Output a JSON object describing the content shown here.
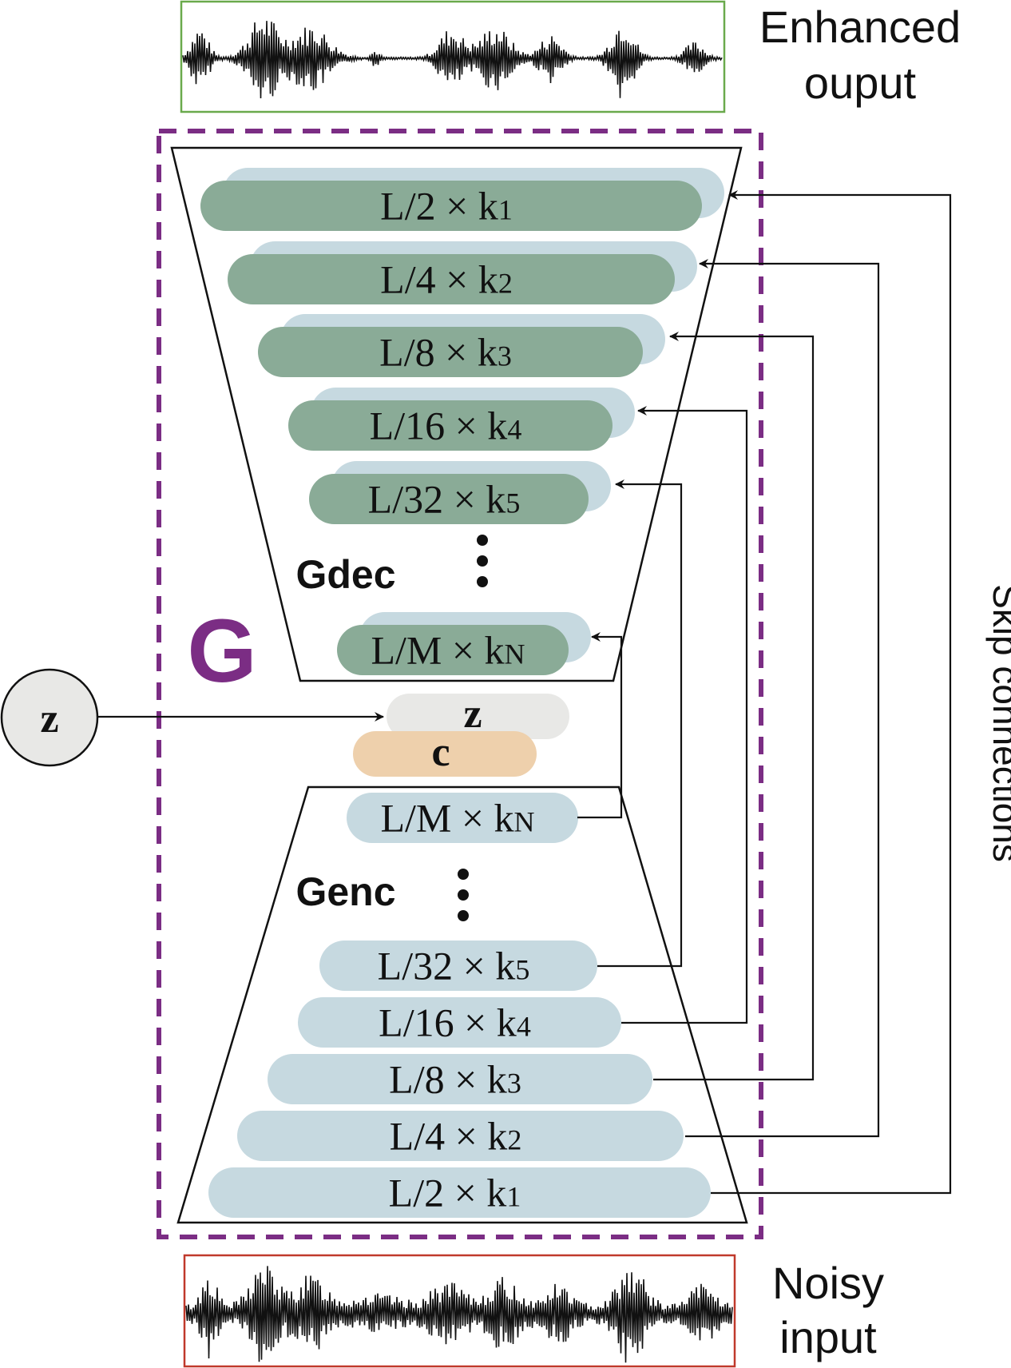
{
  "labels": {
    "enhanced_line1": "Enhanced",
    "enhanced_line2": "ouput",
    "noisy_line1": "Noisy",
    "noisy_line2": "input",
    "generator": "G",
    "decoder": "Gdec",
    "encoder": "Genc",
    "skip": "Skip connections",
    "z_node": "z",
    "z_block": "z",
    "c_block": "c"
  },
  "decoder_layers": [
    {
      "text": "L/2 × k",
      "sub": "1"
    },
    {
      "text": "L/4 × k",
      "sub": "2"
    },
    {
      "text": "L/8 × k",
      "sub": "3"
    },
    {
      "text": "L/16 × k",
      "sub": "4"
    },
    {
      "text": "L/32 × k",
      "sub": "5"
    },
    {
      "text": "L/M × k",
      "sub": "N"
    }
  ],
  "encoder_layers": [
    {
      "text": "L/M × k",
      "sub": "N"
    },
    {
      "text": "L/32 × k",
      "sub": "5"
    },
    {
      "text": "L/16 × k",
      "sub": "4"
    },
    {
      "text": "L/8 × k",
      "sub": "3"
    },
    {
      "text": "L/4 × k",
      "sub": "2"
    },
    {
      "text": "L/2 × k",
      "sub": "1"
    }
  ],
  "colors": {
    "generator_border": "#7b2d84",
    "decoder_block": "#8aab97",
    "encoder_block": "#c6d9e0",
    "z_block": "#e8e8e6",
    "c_block": "#eed0ac",
    "enhanced_border": "#6aaa4c",
    "noisy_border": "#c0392b"
  }
}
